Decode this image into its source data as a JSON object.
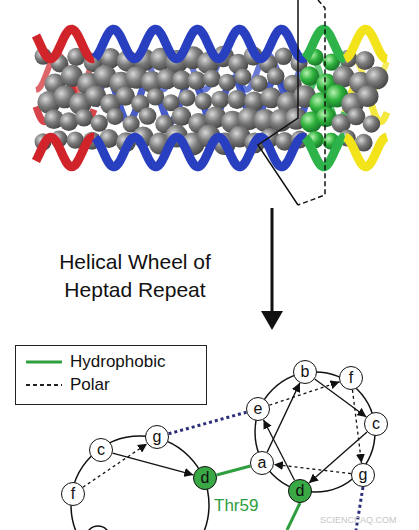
{
  "diagram": {
    "nodes": [
      {
        "text": [
          "c"
        ]
      },
      {
        "text": [
          "g"
        ]
      },
      {
        "text": [
          "d"
        ]
      },
      {
        "text": [
          "f"
        ]
      },
      {
        "text": [
          "b"
        ]
      },
      {
        "text": [
          "f"
        ]
      },
      {
        "text": [
          "e"
        ]
      },
      {
        "text": [
          "c"
        ]
      },
      {
        "text": [
          "a"
        ]
      },
      {
        "text": [
          "g"
        ]
      },
      {
        "text": [
          "d"
        ]
      }
    ],
    "edges": [
      {
        "from": 0,
        "to": 2,
        "arrow": "to"
      },
      {
        "from": 3,
        "to": 1,
        "arrow": "to"
      },
      {
        "from": 8,
        "to": 4,
        "arrow": "to"
      },
      {
        "from": 4,
        "to": 7,
        "arrow": "to"
      },
      {
        "from": 7,
        "to": 10,
        "arrow": "to"
      },
      {
        "from": 10,
        "to": 6,
        "arrow": "to"
      },
      {
        "from": 6,
        "to": 5,
        "arrow": "to"
      },
      {
        "from": 5,
        "to": 9,
        "arrow": "to"
      },
      {
        "from": 9,
        "to": 8,
        "arrow": "to"
      },
      {
        "from": 2,
        "to": 8,
        "arrow": "none"
      },
      {
        "from": 1,
        "to": 6,
        "arrow": "none"
      }
    ],
    "labels": [
      "Helical Wheel of Heptad Repeat",
      "Thr59",
      "SCIENCEAQ.COM"
    ],
    "legend": [
      {
        "text": "Hydrophobic"
      },
      {
        "text": "Polar"
      }
    ]
  }
}
